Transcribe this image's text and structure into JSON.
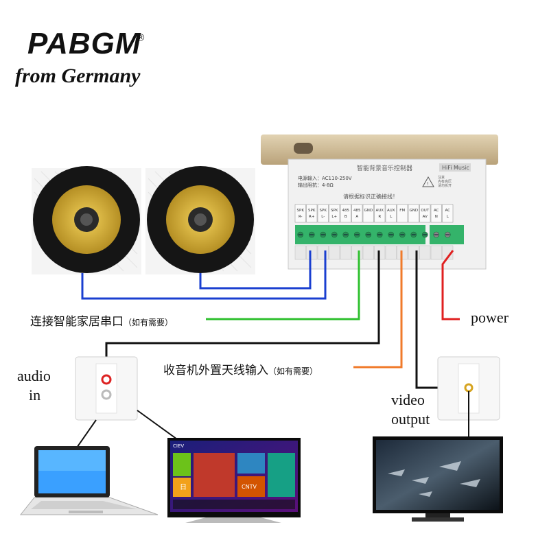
{
  "brand": {
    "name": "PABGM",
    "registered_mark": "®",
    "tagline": "from Germany"
  },
  "controller": {
    "title": "智能背景音乐控制器",
    "badge": "HiFi Music",
    "spec_line1": "电源输入：AC110-250V",
    "spec_line2": "输出阻抗：4-8Ω",
    "warning_text": "请根据标识正确接线！",
    "caution_label": "注意\n内有高压\n请勿拆开",
    "terminals": [
      "SPK R-",
      "SPK R+",
      "SPK L-",
      "SPK L+",
      "485 B",
      "485 A",
      "GND",
      "AUX R",
      "AUX L",
      "FM",
      "GND",
      "OUT AV",
      "AC N",
      "AC L"
    ]
  },
  "labels": {
    "smart_home_serial": "连接智能家居串口",
    "smart_home_note": "（如有需要）",
    "radio_antenna": "收音机外置天线输入",
    "radio_note": "（如有需要）",
    "power": "power",
    "audio_in_line1": "audio",
    "audio_in_line2": "in",
    "video_output_line1": "video",
    "video_output_line2": "output"
  },
  "tv_left": {
    "brand": "CIEV",
    "tiles": [
      "CNTV",
      "日"
    ]
  },
  "colors": {
    "speaker_wire": "#1a3fd0",
    "serial_wire": "#2ec02e",
    "audio_wire": "#111111",
    "antenna_wire": "#f07a2a",
    "power_wire": "#e02020",
    "gold": "#c8b48e",
    "terminal_green": "#34b36a"
  }
}
